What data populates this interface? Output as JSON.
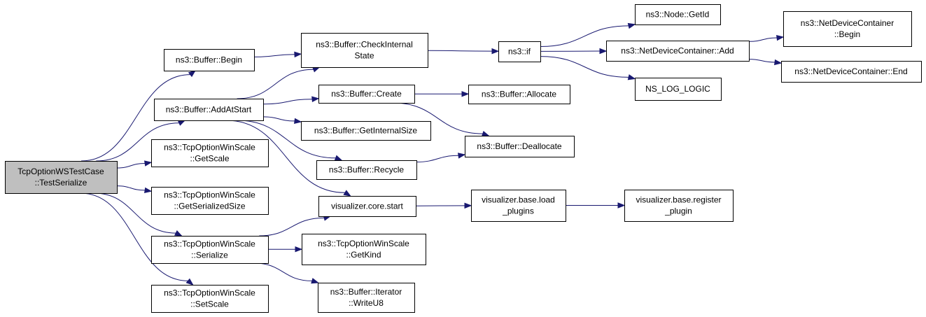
{
  "graph": {
    "nodes": [
      {
        "id": "root",
        "lines": [
          "TcpOptionWSTestCase",
          "::TestSerialize"
        ],
        "root": true
      },
      {
        "id": "buf_begin",
        "lines": [
          "ns3::Buffer::Begin"
        ]
      },
      {
        "id": "buf_addatstart",
        "lines": [
          "ns3::Buffer::AddAtStart"
        ]
      },
      {
        "id": "ws_getscale",
        "lines": [
          "ns3::TcpOptionWinScale",
          "::GetScale"
        ]
      },
      {
        "id": "ws_getsersize",
        "lines": [
          "ns3::TcpOptionWinScale",
          "::GetSerializedSize"
        ]
      },
      {
        "id": "ws_serialize",
        "lines": [
          "ns3::TcpOptionWinScale",
          "::Serialize"
        ]
      },
      {
        "id": "ws_setscale",
        "lines": [
          "ns3::TcpOptionWinScale",
          "::SetScale"
        ]
      },
      {
        "id": "buf_checkint",
        "lines": [
          "ns3::Buffer::CheckInternal",
          "State"
        ]
      },
      {
        "id": "buf_create",
        "lines": [
          "ns3::Buffer::Create"
        ]
      },
      {
        "id": "buf_getintsize",
        "lines": [
          "ns3::Buffer::GetInternalSize"
        ]
      },
      {
        "id": "buf_recycle",
        "lines": [
          "ns3::Buffer::Recycle"
        ]
      },
      {
        "id": "vis_core_start",
        "lines": [
          "visualizer.core.start"
        ]
      },
      {
        "id": "ws_getkind",
        "lines": [
          "ns3::TcpOptionWinScale",
          "::GetKind"
        ]
      },
      {
        "id": "iter_writeu8",
        "lines": [
          "ns3::Buffer::Iterator",
          "::WriteU8"
        ]
      },
      {
        "id": "ns3_if",
        "lines": [
          "ns3::if"
        ]
      },
      {
        "id": "buf_allocate",
        "lines": [
          "ns3::Buffer::Allocate"
        ]
      },
      {
        "id": "buf_deallocate",
        "lines": [
          "ns3::Buffer::Deallocate"
        ]
      },
      {
        "id": "vis_load_plugins",
        "lines": [
          "visualizer.base.load",
          "_plugins"
        ]
      },
      {
        "id": "node_getid",
        "lines": [
          "ns3::Node::GetId"
        ]
      },
      {
        "id": "ndc_add",
        "lines": [
          "ns3::NetDeviceContainer::Add"
        ]
      },
      {
        "id": "ns_log_logic",
        "lines": [
          "NS_LOG_LOGIC"
        ]
      },
      {
        "id": "vis_register_plugin",
        "lines": [
          "visualizer.base.register",
          "_plugin"
        ]
      },
      {
        "id": "ndc_begin",
        "lines": [
          "ns3::NetDeviceContainer",
          "::Begin"
        ]
      },
      {
        "id": "ndc_end",
        "lines": [
          "ns3::NetDeviceContainer::End"
        ]
      }
    ],
    "edges": [
      {
        "from": "root",
        "to": "buf_begin"
      },
      {
        "from": "root",
        "to": "buf_addatstart"
      },
      {
        "from": "root",
        "to": "ws_getscale"
      },
      {
        "from": "root",
        "to": "ws_getsersize"
      },
      {
        "from": "root",
        "to": "ws_serialize"
      },
      {
        "from": "root",
        "to": "ws_setscale"
      },
      {
        "from": "buf_begin",
        "to": "buf_checkint"
      },
      {
        "from": "buf_addatstart",
        "to": "buf_checkint"
      },
      {
        "from": "buf_addatstart",
        "to": "buf_create"
      },
      {
        "from": "buf_addatstart",
        "to": "buf_getintsize"
      },
      {
        "from": "buf_addatstart",
        "to": "buf_recycle"
      },
      {
        "from": "buf_addatstart",
        "to": "vis_core_start"
      },
      {
        "from": "ws_serialize",
        "to": "vis_core_start"
      },
      {
        "from": "ws_serialize",
        "to": "ws_getkind"
      },
      {
        "from": "ws_serialize",
        "to": "iter_writeu8"
      },
      {
        "from": "buf_checkint",
        "to": "ns3_if"
      },
      {
        "from": "buf_create",
        "to": "buf_allocate"
      },
      {
        "from": "buf_create",
        "to": "buf_deallocate"
      },
      {
        "from": "buf_recycle",
        "to": "buf_deallocate"
      },
      {
        "from": "vis_core_start",
        "to": "vis_load_plugins"
      },
      {
        "from": "vis_load_plugins",
        "to": "vis_register_plugin"
      },
      {
        "from": "ns3_if",
        "to": "node_getid"
      },
      {
        "from": "ns3_if",
        "to": "ndc_add"
      },
      {
        "from": "ns3_if",
        "to": "ns_log_logic"
      },
      {
        "from": "ndc_add",
        "to": "ndc_begin"
      },
      {
        "from": "ndc_add",
        "to": "ndc_end"
      }
    ]
  },
  "colors": {
    "edge": "#191970",
    "node_border": "#000000",
    "node_fill": "#ffffff",
    "root_fill": "#bfbfbf"
  }
}
